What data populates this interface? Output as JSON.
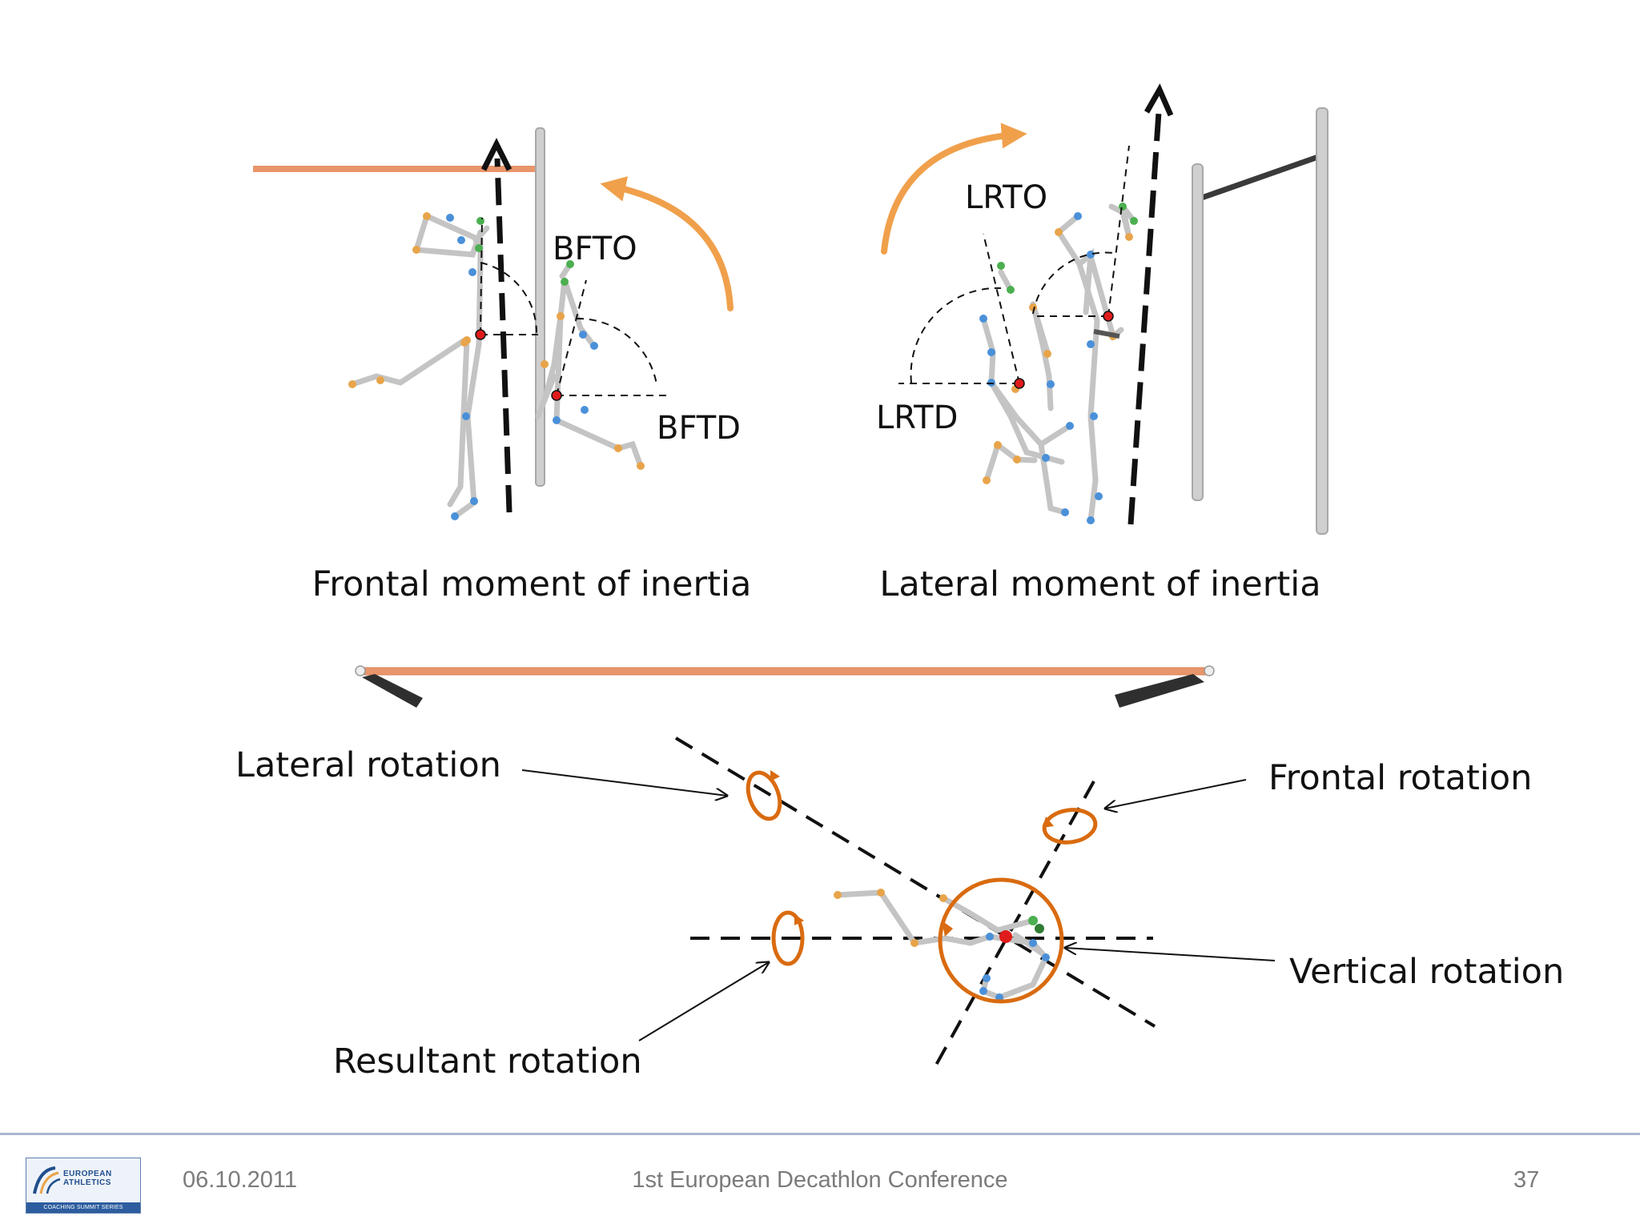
{
  "labels": {
    "bfto": "BFTO",
    "bftd": "BFTD",
    "lrto": "LRTO",
    "lrtd": "LRTD",
    "frontal_moi": "Frontal moment of inertia",
    "lateral_moi": "Lateral moment of inertia",
    "lateral_rotation": "Lateral rotation",
    "frontal_rotation": "Frontal rotation",
    "vertical_rotation": "Vertical rotation",
    "resultant_rotation": "Resultant rotation"
  },
  "footer": {
    "date": "06.10.2011",
    "conference": "1st European Decathlon Conference",
    "page": "37",
    "logo_line1": "EUROPEAN",
    "logo_line2": "ATHLETICS",
    "logo_band": "COACHING SUMMIT SERIES"
  },
  "colors": {
    "accent_orange": "#f0a04b",
    "rotation_orange": "#d96b10",
    "joint_orange": "#e8a44a",
    "joint_blue": "#4a90d9",
    "joint_green": "#4caf50",
    "com_red": "#e01b1b",
    "bar_color": "#e9956b"
  }
}
